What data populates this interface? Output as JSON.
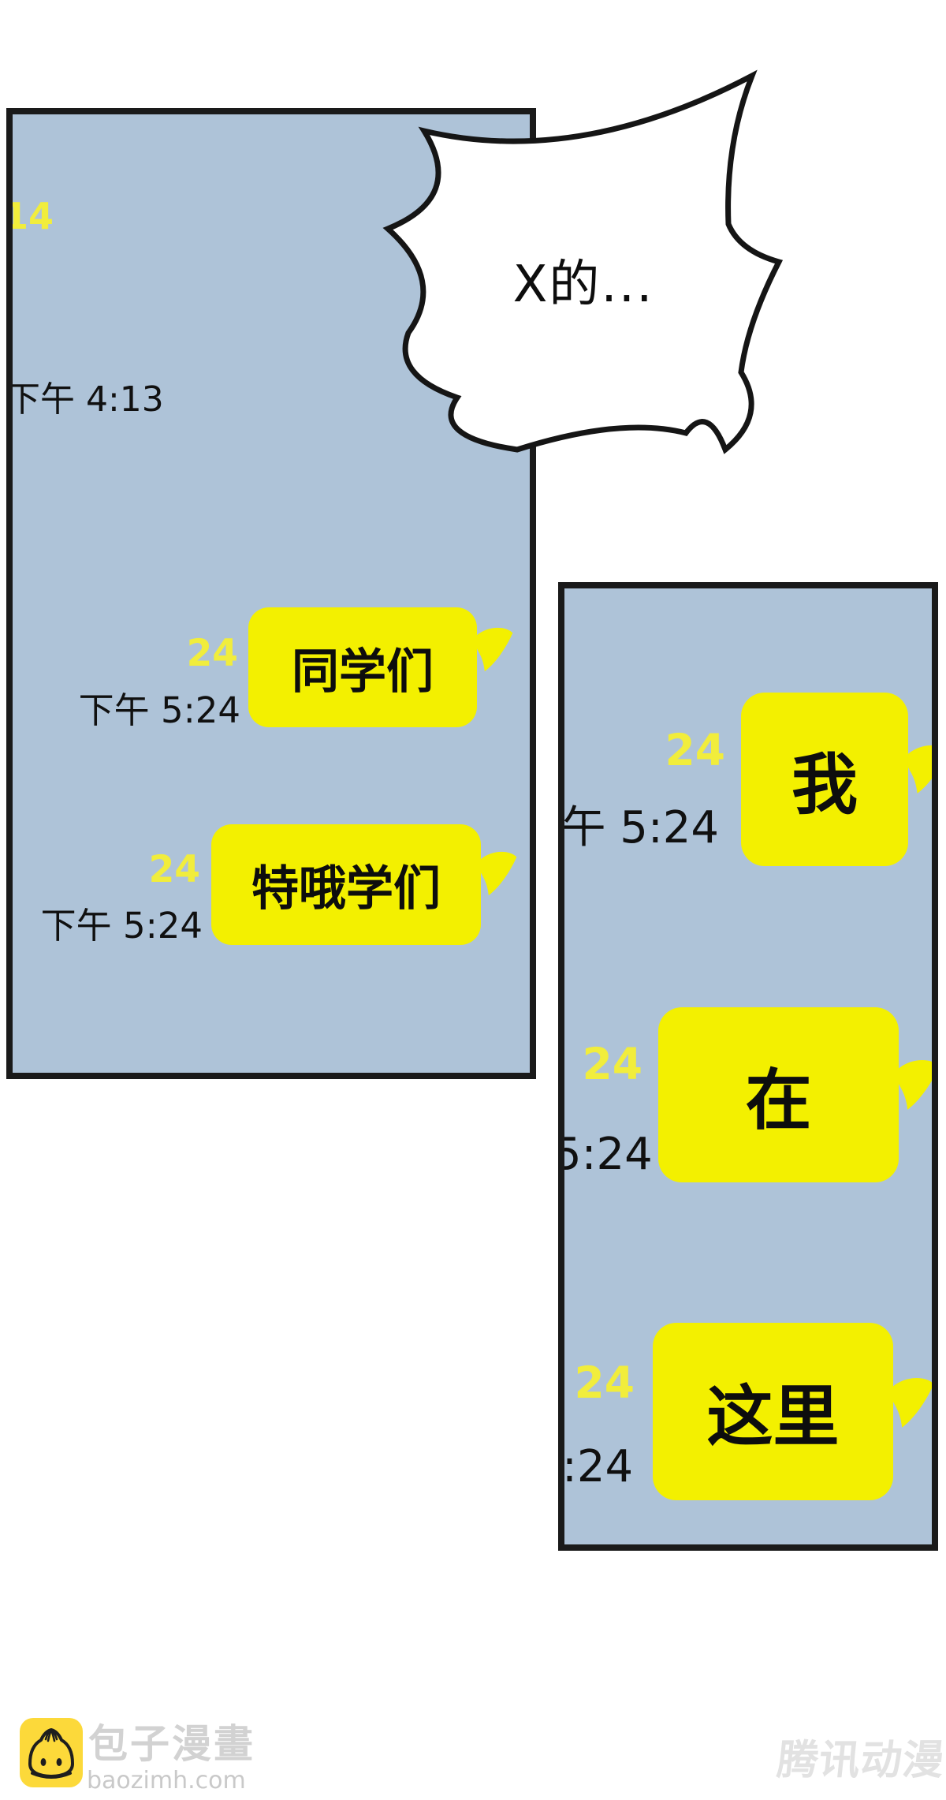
{
  "colors": {
    "panel_background": "#aec3d8",
    "panel_border": "#1a1a1a",
    "bubble_yellow": "#f3f000",
    "count_label_yellow": "#f1ed3c",
    "text_black": "#101010",
    "watermark_gray": "#d2d2d2",
    "tencent_gray": "#e2e2e2",
    "baozi_icon_yellow": "#fcd93a"
  },
  "shout_bubble": {
    "text": "X的..."
  },
  "panel1": {
    "badge": "14",
    "timestamp_header": "下午 4:13",
    "messages": [
      {
        "label": "24",
        "text": "同学们",
        "time": "下午 5:24"
      },
      {
        "label": "24",
        "text": "特哦学们",
        "time": "下午 5:24"
      }
    ]
  },
  "panel2": {
    "messages": [
      {
        "label": "24",
        "text": "我",
        "time": "午 5:24"
      },
      {
        "label": "24",
        "text": "在",
        "time": "5:24"
      },
      {
        "label": "24",
        "text": "这里",
        "time": ":24"
      }
    ]
  },
  "watermarks": {
    "baozi": {
      "icon": "baozi-bun-icon",
      "title": "包子漫畫",
      "url": "baozimh.com"
    },
    "tencent": {
      "text": "腾讯动漫"
    }
  }
}
